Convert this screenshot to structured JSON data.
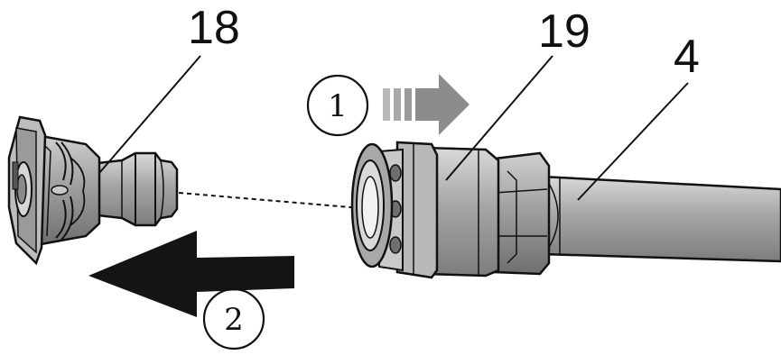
{
  "labels": {
    "nozzle": "18",
    "coupler": "19",
    "lance": "4"
  },
  "steps": {
    "step1": "1",
    "step2": "2"
  },
  "icons": {
    "push_arrow": "arrow-right-striped-icon",
    "pull_arrow": "arrow-left-icon"
  },
  "colors": {
    "part_gray": "#a6a6a6",
    "part_dark": "#6e6e6e",
    "arrow_gray": "#8c8c8c",
    "arrow_black": "#141414",
    "line": "#111111"
  }
}
